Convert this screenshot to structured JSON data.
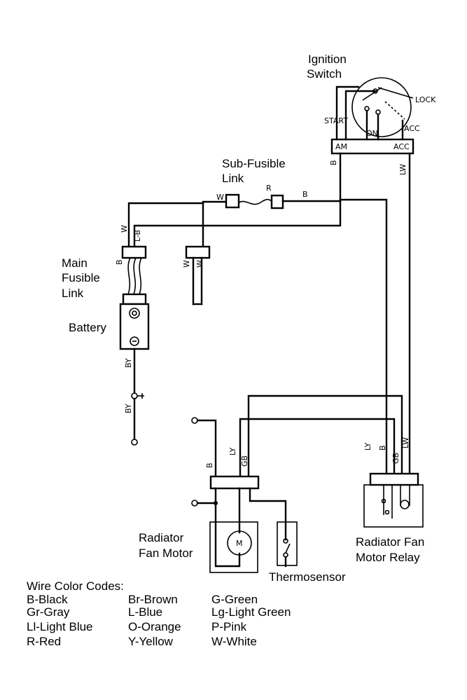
{
  "labels": {
    "ignition_switch_1": "Ignition",
    "ignition_switch_2": "Switch",
    "lock": "LOCK",
    "start": "START",
    "acc_top": "ACC",
    "on": "ON",
    "am": "AM",
    "acc_bar": "ACC",
    "sub_fusible_1": "Sub-Fusible",
    "sub_fusible_2": "Link",
    "main_fusible_1": "Main",
    "main_fusible_2": "Fusible",
    "main_fusible_3": "Link",
    "battery": "Battery",
    "rad_motor_1": "Radiator",
    "rad_motor_2": "Fan Motor",
    "rad_relay_1": "Radiator Fan",
    "rad_relay_2": "Motor Relay",
    "thermosensor": "Thermosensor",
    "motor_m": "M"
  },
  "wire_tags": {
    "w_sub": "W",
    "r_sub": "R",
    "b_sub": "B",
    "b_ign": "B",
    "lw_ign": "LW",
    "w_left": "W",
    "lb_left": "L-B",
    "b_left": "B",
    "w_conn2a": "W",
    "w_conn2b": "W",
    "by1": "BY",
    "by2": "BY",
    "b_motor": "B",
    "ly_motor": "LY",
    "gb_motor": "GB",
    "ly_relay": "LY",
    "b_relay": "B",
    "gb_relay": "GB",
    "lw_relay": "LW"
  },
  "legend": {
    "title": "Wire Color Codes:",
    "rows": [
      [
        "B-Black",
        "Br-Brown",
        "G-Green"
      ],
      [
        "Gr-Gray",
        "L-Blue",
        "Lg-Light Green"
      ],
      [
        "Ll-Light Blue",
        "O-Orange",
        "P-Pink"
      ],
      [
        "R-Red",
        "Y-Yellow",
        "W-White"
      ]
    ]
  }
}
